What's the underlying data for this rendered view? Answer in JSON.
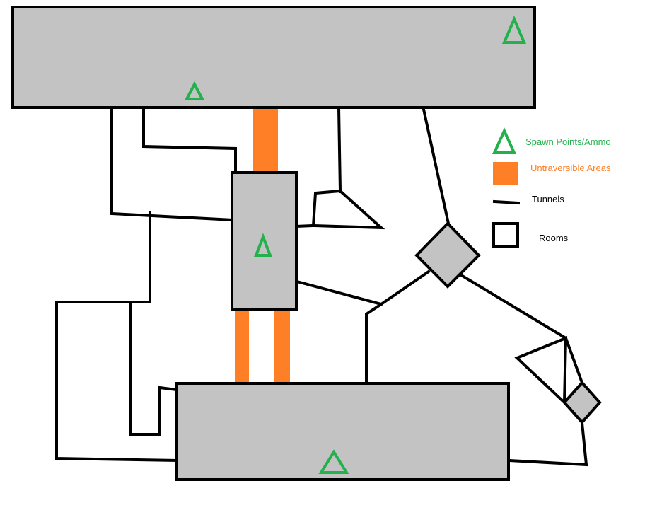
{
  "legend": {
    "spawn_label": "Spawn Points/Ammo",
    "untraversible_label": "Untraversible Areas",
    "tunnels_label": "Tunnels",
    "rooms_label": "Rooms"
  },
  "colors": {
    "room_fill": "#c3c3c3",
    "outline": "#000000",
    "untraversible": "#ff7f27",
    "spawn": "#22b14c",
    "spawn_label": "#22b14c",
    "untraversible_label": "#ff7f27",
    "legend_text": "#000000"
  },
  "icons": {
    "spawn": "triangle-outline-icon",
    "untraversible": "filled-square-icon",
    "tunnel": "line-icon",
    "room": "square-outline-icon"
  }
}
